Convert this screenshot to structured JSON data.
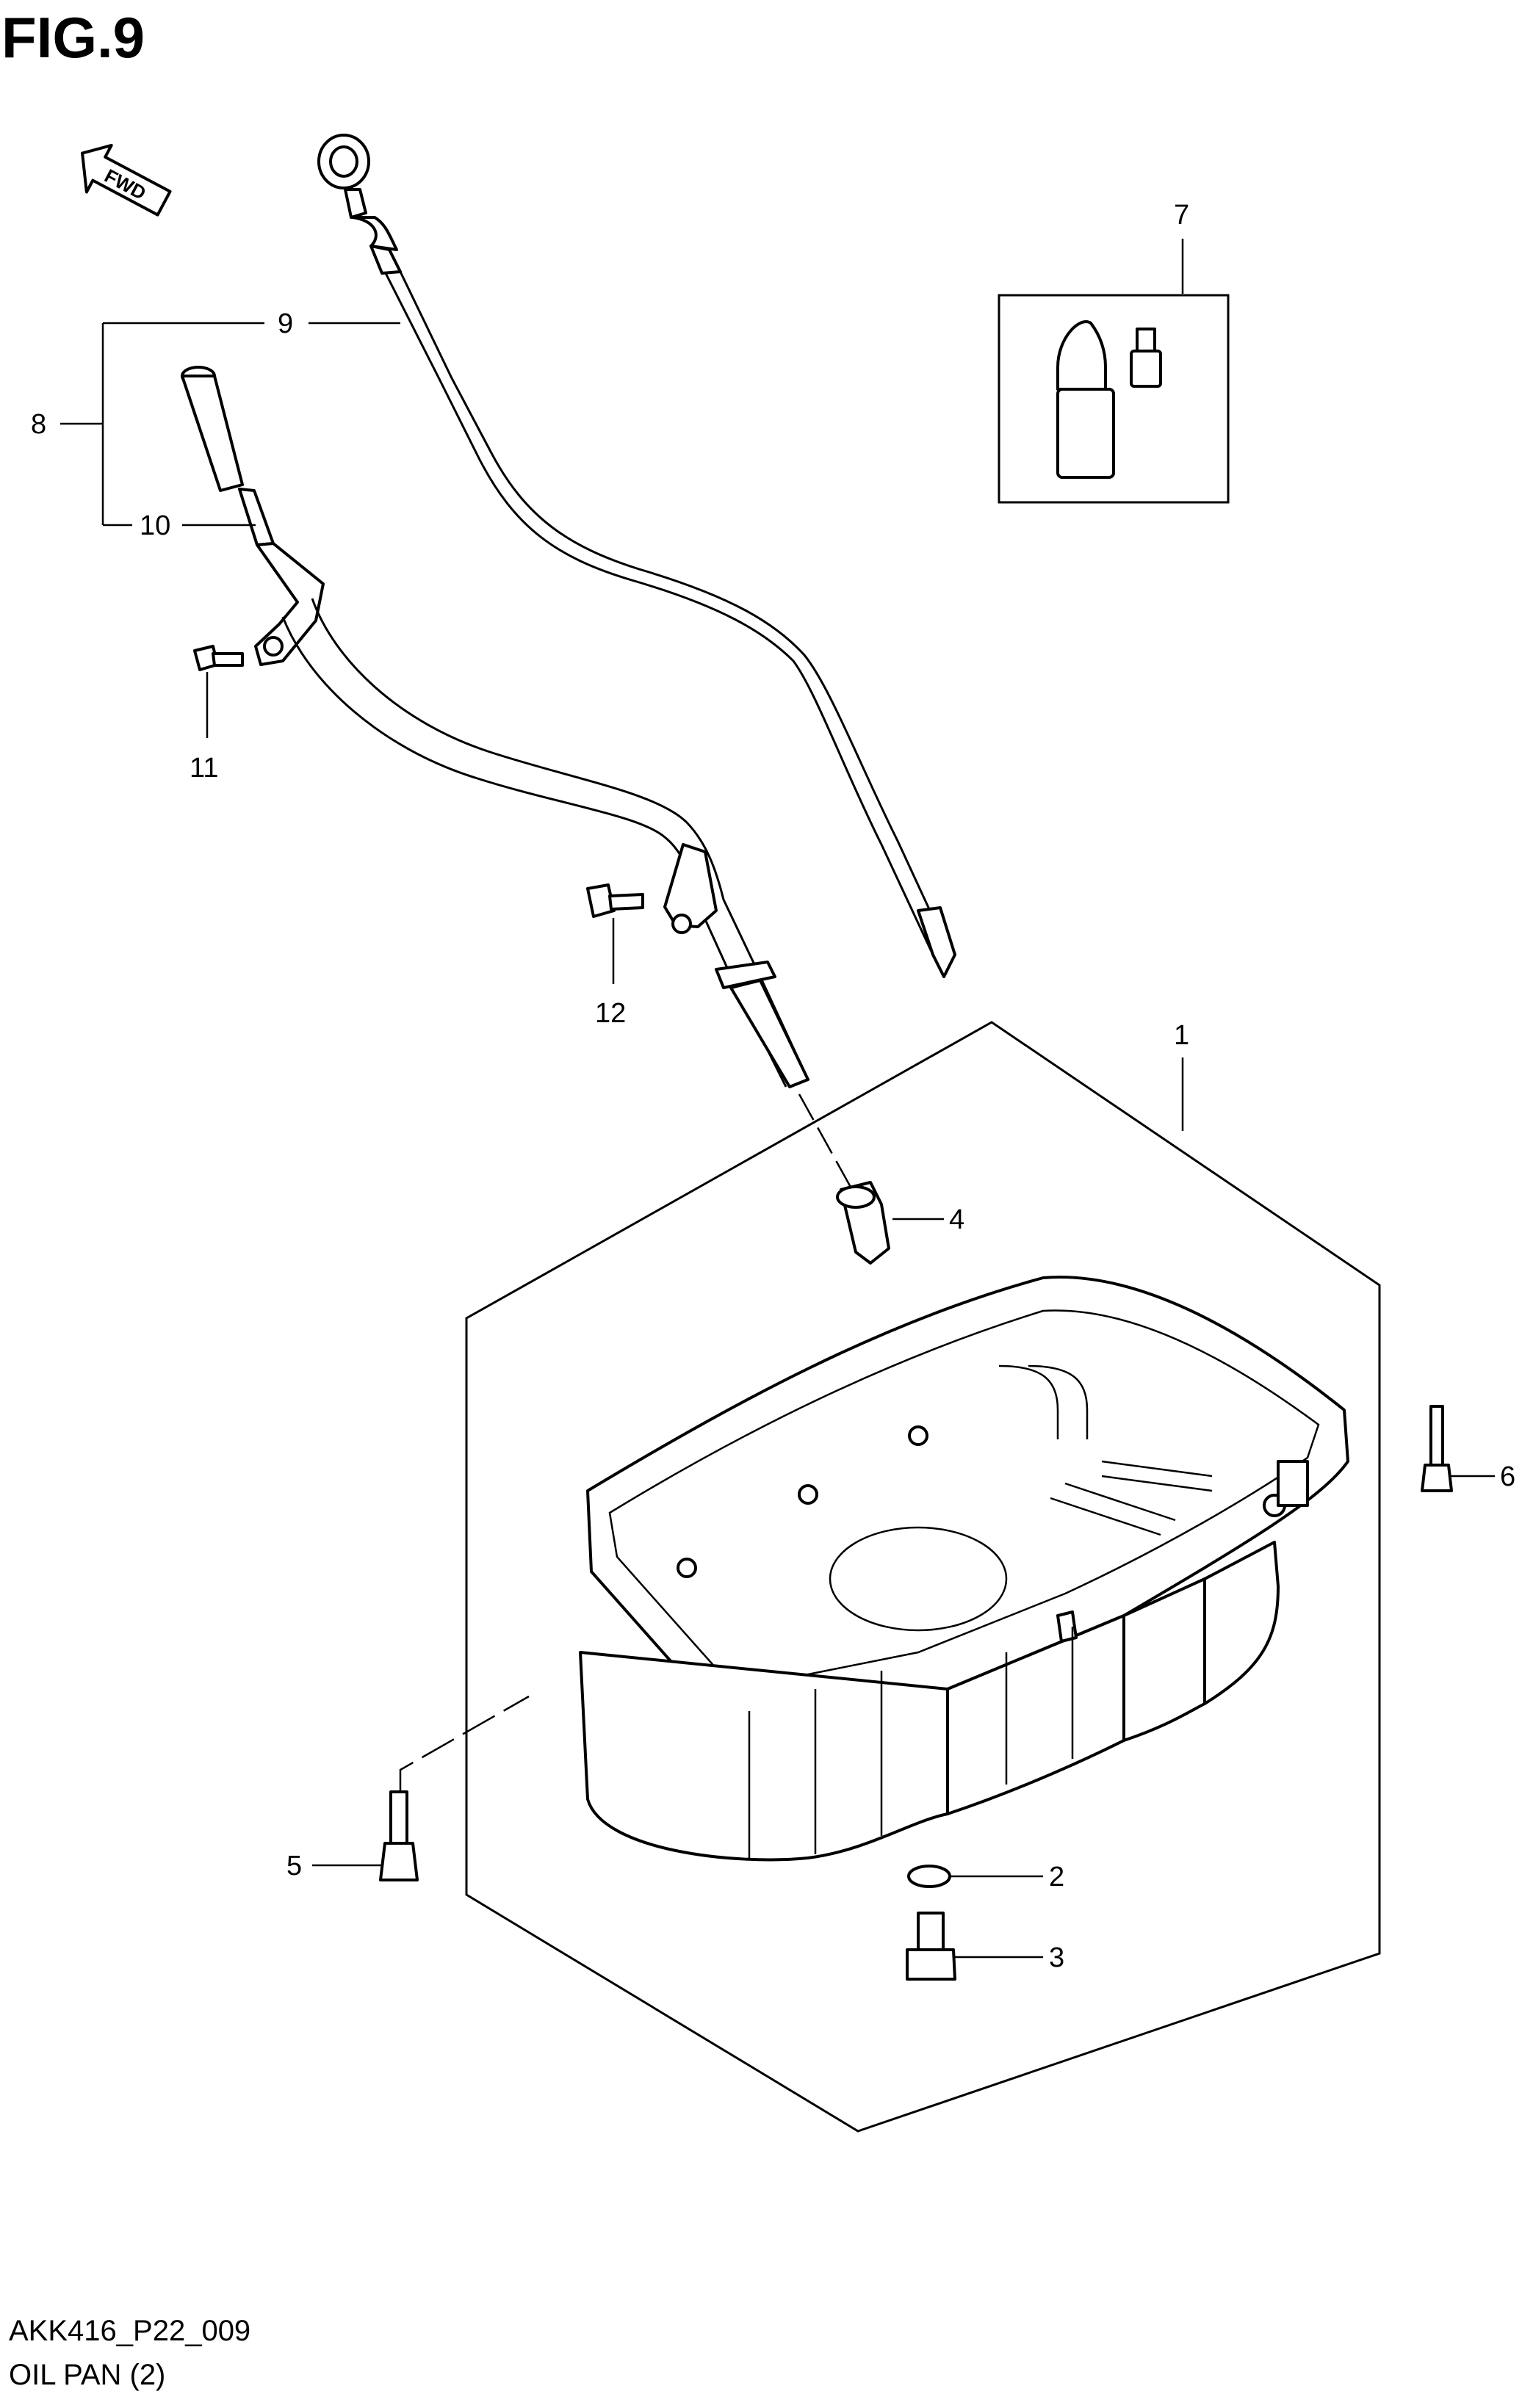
{
  "figure_title": "FIG.9",
  "fwd_label": "FWD",
  "part_numbers": [
    "1",
    "2",
    "3",
    "4",
    "5",
    "6",
    "7",
    "8",
    "9",
    "10",
    "11",
    "12"
  ],
  "drawing_code": "AKK416_P22_009",
  "caption": "OIL PAN (2)"
}
